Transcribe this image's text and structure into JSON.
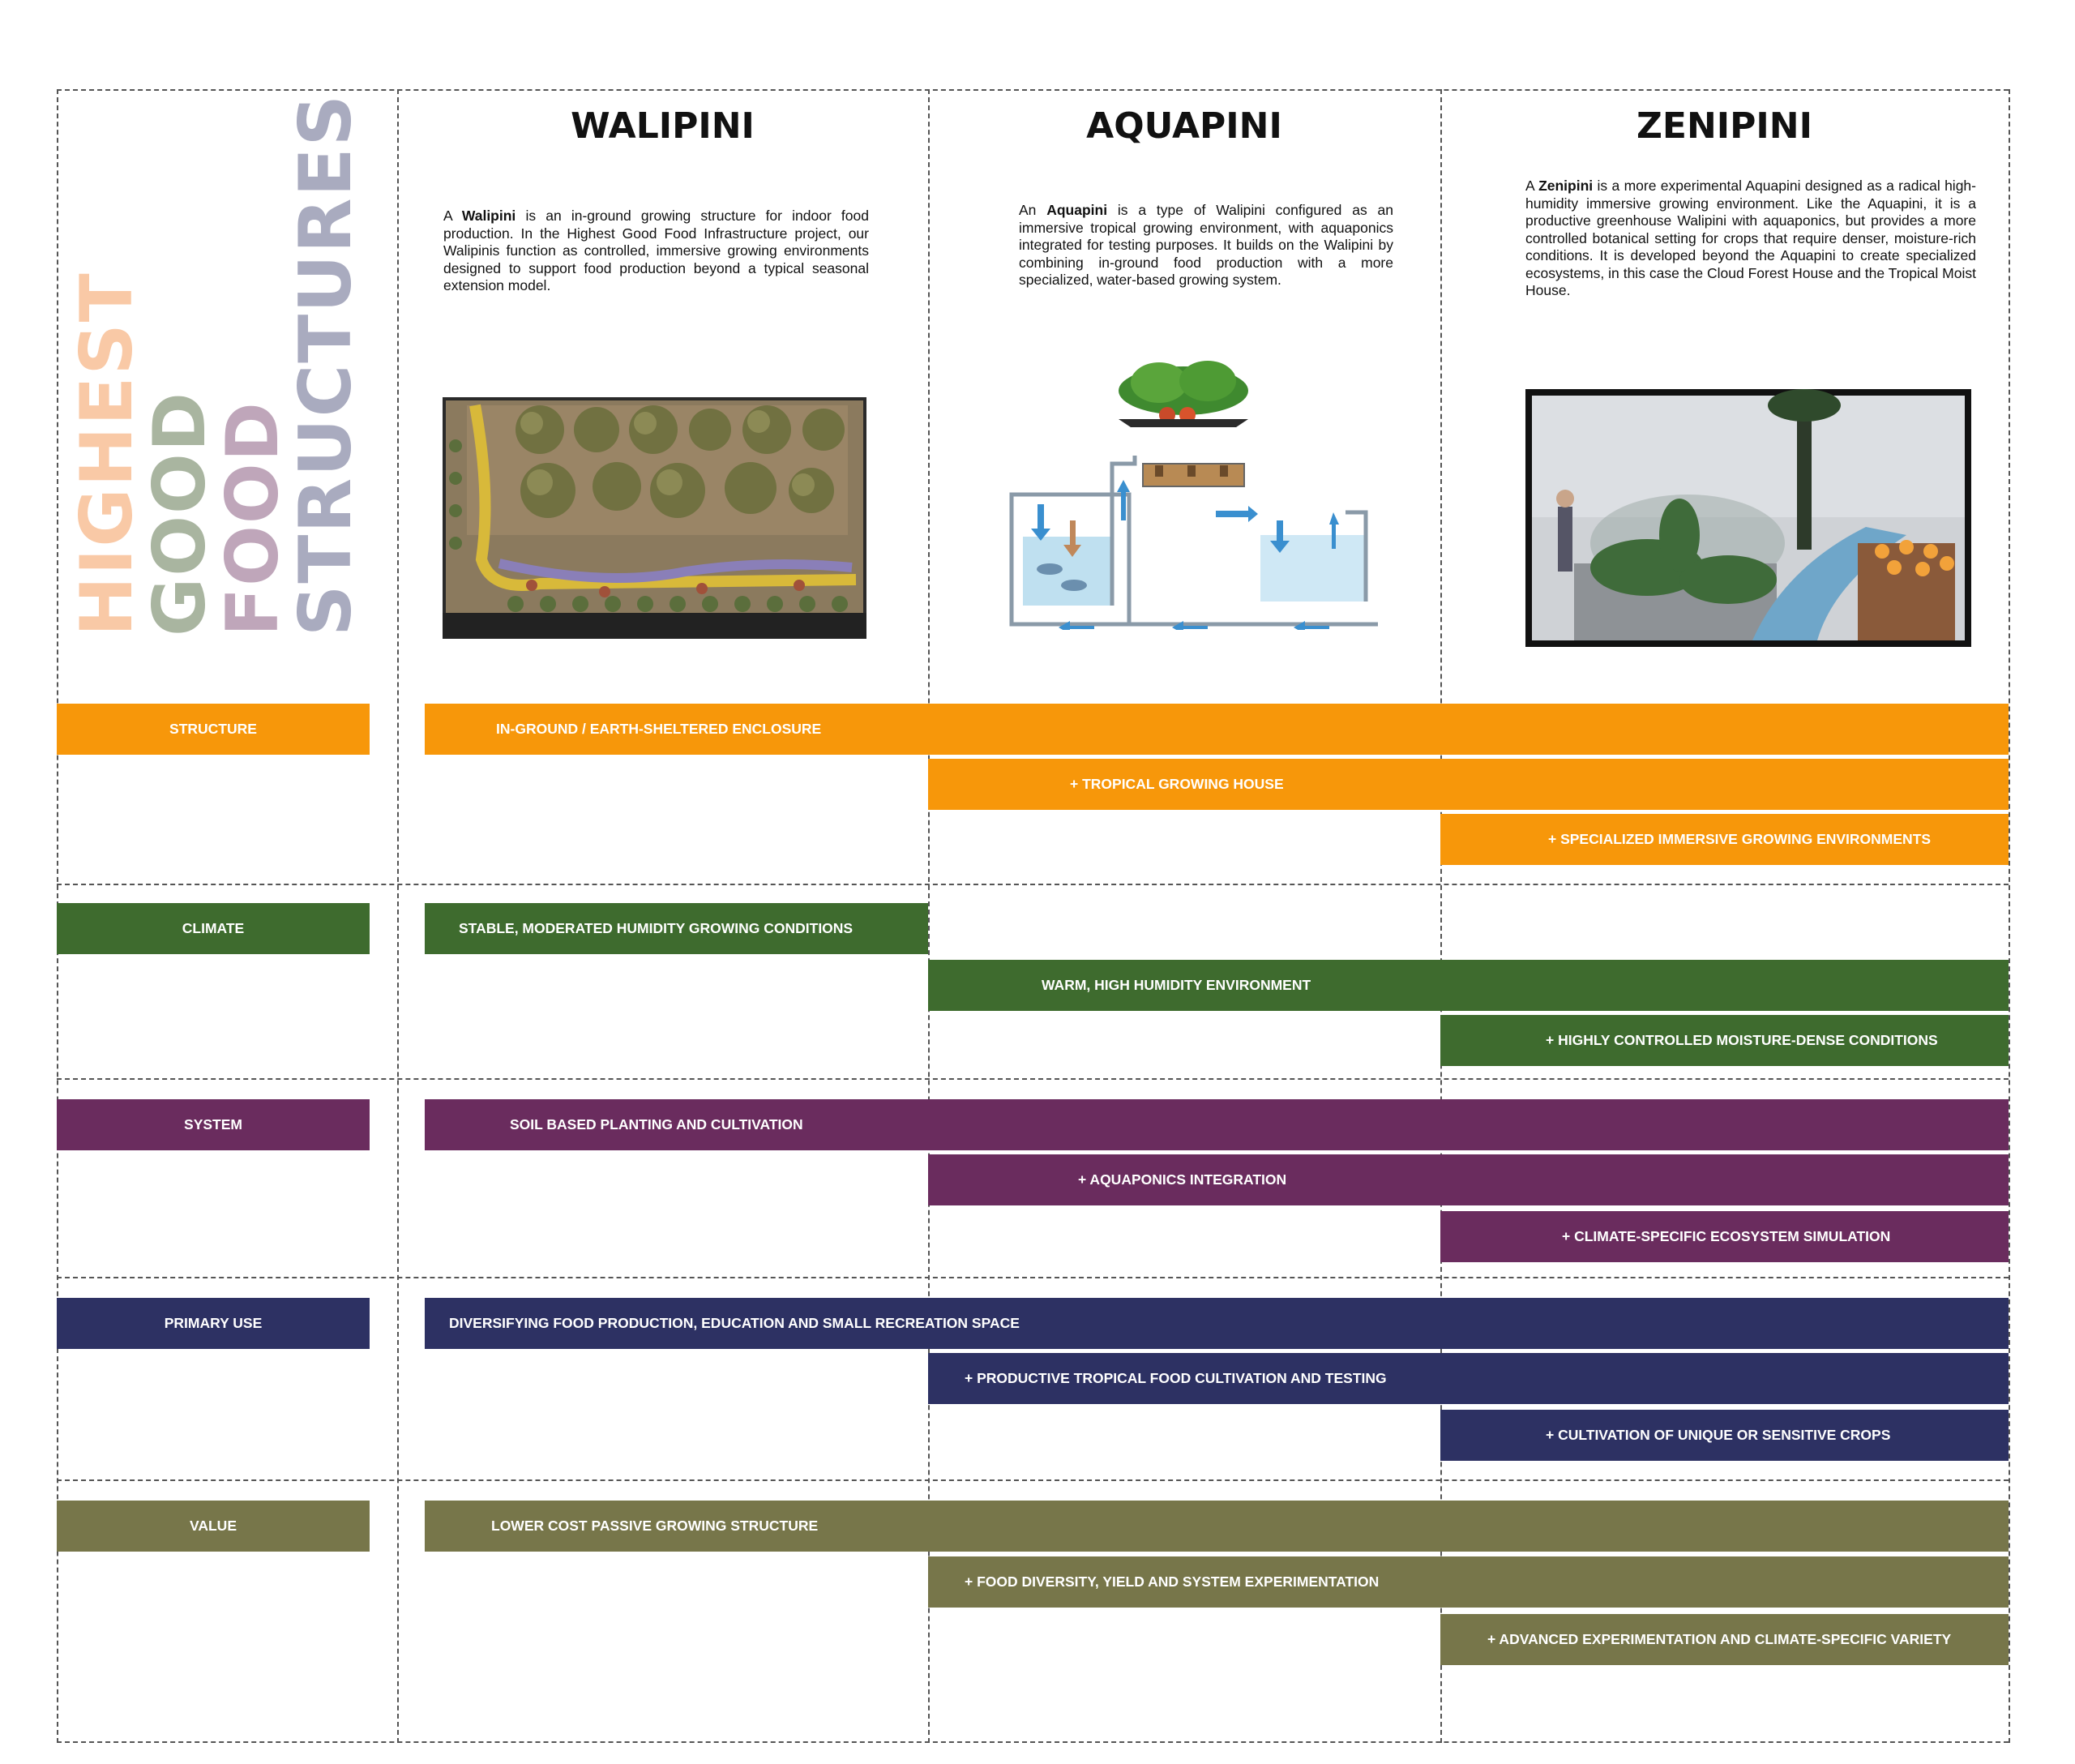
{
  "side_title": {
    "words": [
      "HIGHEST",
      "GOOD",
      "FOOD",
      "STRUCTURES"
    ]
  },
  "columns": [
    {
      "title": "WALIPINI",
      "desc_lead": "A ",
      "desc_bold": "Walipini",
      "desc_rest": " is an in-ground growing structure for indoor food production. In the Highest Good Food Infrastructure project, our Walipinis function as controlled, immersive growing environments designed to support food production beyond a typical seasonal extension model."
    },
    {
      "title": "AQUAPINI",
      "desc_lead": "An ",
      "desc_bold": "Aquapini",
      "desc_rest": " is a type of Walipini configured as an immersive tropical growing environment, with aquaponics integrated for testing purposes. It builds on the Walipini by combining in-ground food production with a more specialized, water-based growing system."
    },
    {
      "title": "ZENIPINI",
      "desc_lead": "A ",
      "desc_bold": "Zenipini",
      "desc_rest": " is a more experimental Aquapini designed as a radical high-humidity immersive growing environment. Like the Aquapini, it is a productive greenhouse Walipini with aquaponics, but provides a more controlled botanical setting for crops that require denser, moisture-rich conditions. It is developed beyond the Aquapini to create specialized ecosystems, in this case the Cloud Forest House and the Tropical Moist House."
    }
  ],
  "colors": {
    "structure": "#F7970A",
    "climate": "#3E6B2E",
    "system": "#6A2C5E",
    "primary_use": "#2D3163",
    "value": "#77764A",
    "highest": "#F9C9A6",
    "good": "#A9B5A0",
    "food": "#BFA6BA",
    "structures": "#A9ABBF"
  },
  "rows": [
    {
      "key": "structure",
      "label": "STRUCTURE",
      "bars": [
        "IN-GROUND / EARTH-SHELTERED ENCLOSURE",
        "+ TROPICAL GROWING HOUSE",
        "+ SPECIALIZED IMMERSIVE GROWING ENVIRONMENTS"
      ]
    },
    {
      "key": "climate",
      "label": "CLIMATE",
      "bars": [
        "STABLE, MODERATED HUMIDITY GROWING CONDITIONS",
        "WARM, HIGH HUMIDITY ENVIRONMENT",
        "+ HIGHLY CONTROLLED MOISTURE-DENSE CONDITIONS"
      ]
    },
    {
      "key": "system",
      "label": "SYSTEM",
      "bars": [
        "SOIL BASED PLANTING AND CULTIVATION",
        "+ AQUAPONICS INTEGRATION",
        "+ CLIMATE-SPECIFIC ECOSYSTEM SIMULATION"
      ]
    },
    {
      "key": "primary_use",
      "label": "PRIMARY USE",
      "bars": [
        "DIVERSIFYING FOOD PRODUCTION, EDUCATION AND SMALL RECREATION SPACE",
        "+ PRODUCTIVE TROPICAL FOOD CULTIVATION AND TESTING",
        "+ CULTIVATION OF UNIQUE OR SENSITIVE CROPS"
      ]
    },
    {
      "key": "value",
      "label": "VALUE",
      "bars": [
        "LOWER COST PASSIVE GROWING STRUCTURE",
        "+ FOOD DIVERSITY, YIELD AND SYSTEM EXPERIMENTATION",
        "+ ADVANCED EXPERIMENTATION AND CLIMATE-SPECIFIC VARIETY"
      ]
    }
  ]
}
